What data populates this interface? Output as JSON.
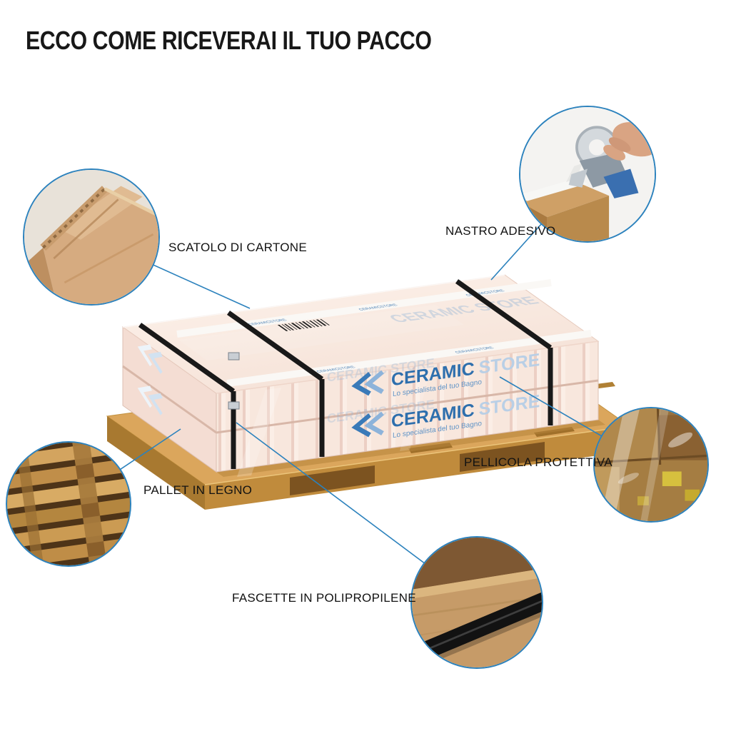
{
  "title": "ECCO COME RICEVERAI IL TUO PACCO",
  "callouts": {
    "scatolo": {
      "label": "SCATOLO DI CARTONE",
      "photo": "cardboard-box-corner"
    },
    "nastro": {
      "label": "NASTRO ADESIVO",
      "photo": "tape-gun-sealing-box"
    },
    "pellicola": {
      "label": "PELLICOLA PROTETTIVA",
      "photo": "shrink-wrapped-boxes"
    },
    "pallet": {
      "label": "PALLET IN LEGNO",
      "photo": "stacked-wooden-pallets"
    },
    "fascette": {
      "label": "FASCETTE IN POLIPROPILENE",
      "photo": "black-strap-on-cardboard"
    }
  },
  "package": {
    "brand": "CERAMIC",
    "brand_suffix": "STORE",
    "tagline": "Lo specialista del tuo Bagno",
    "tape_brand": "CERAMICSTORE",
    "watermark": "CERAMIC STORE"
  },
  "colors": {
    "accent_blue": "#2c82bd",
    "brand_blue": "#2e6fad"
  }
}
